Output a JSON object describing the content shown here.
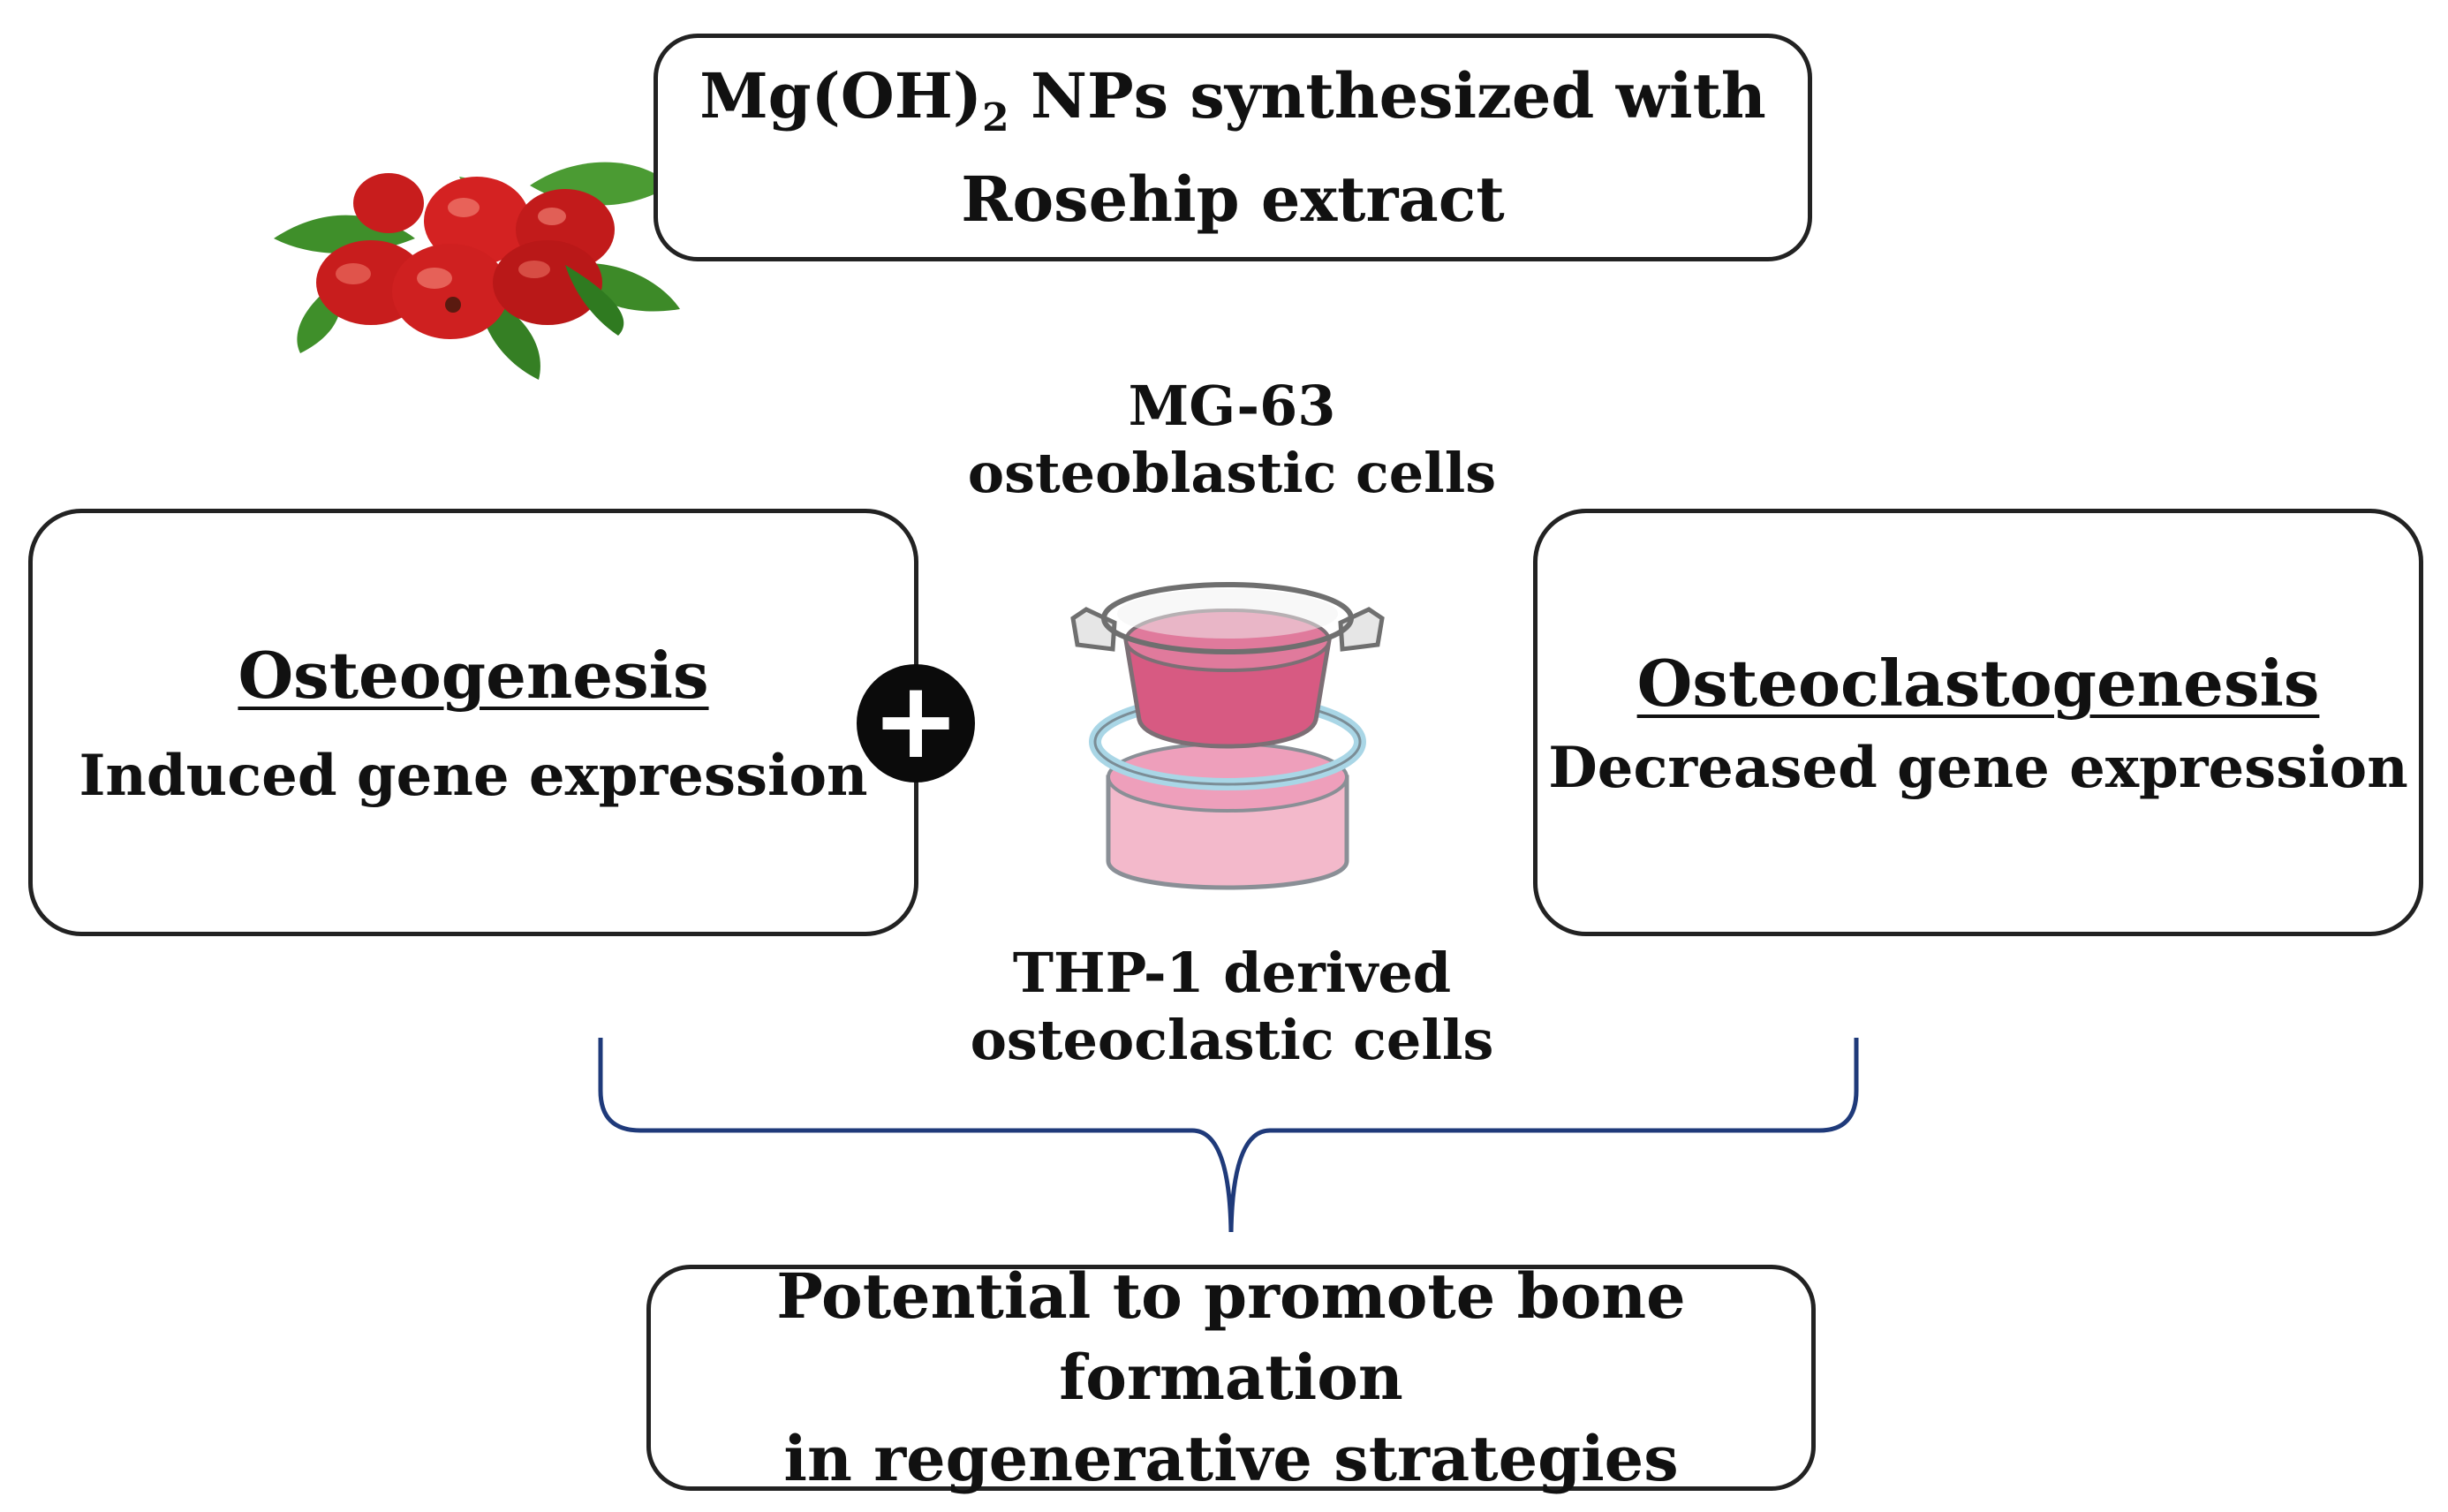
{
  "top_box": {
    "line1_prefix": "Mg(OH)",
    "subscript": "2",
    "line1_suffix": " NPs synthesized with",
    "line2": "Rosehip extract"
  },
  "upper_label": {
    "line1": "MG-63",
    "line2": "osteoblastic cells"
  },
  "lower_label": {
    "line1": "THP-1 derived",
    "line2": "osteoclastic cells"
  },
  "left_box": {
    "title": "Osteogenesis",
    "text": "Induced gene expression"
  },
  "right_box": {
    "title": "Osteoclastogenesis",
    "text": "Decreased gene expression"
  },
  "plus_symbol": "+",
  "bottom_box": {
    "line1": "Potential to promote bone formation",
    "line2": "in regenerative strategies"
  },
  "colors": {
    "brace": "#1f3a7a",
    "medium": "#d6678a",
    "border": "#222222"
  }
}
